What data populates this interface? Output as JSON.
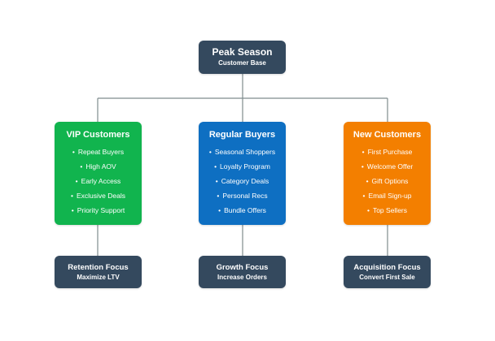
{
  "root": {
    "title": "Peak Season",
    "subtitle": "Customer Base",
    "color": "#34495e"
  },
  "segments": [
    {
      "title": "VIP Customers",
      "color": "#11b44e",
      "items": [
        "Repeat Buyers",
        "High AOV",
        "Early Access",
        "Exclusive Deals",
        "Priority Support"
      ]
    },
    {
      "title": "Regular Buyers",
      "color": "#0e6fc2",
      "items": [
        "Seasonal Shoppers",
        "Loyalty Program",
        "Category Deals",
        "Personal Recs",
        "Bundle Offers"
      ]
    },
    {
      "title": "New Customers",
      "color": "#f37f00",
      "items": [
        "First Purchase",
        "Welcome Offer",
        "Gift Options",
        "Email Sign-up",
        "Top Sellers"
      ]
    }
  ],
  "focus": [
    {
      "title": "Retention Focus",
      "subtitle": "Maximize LTV"
    },
    {
      "title": "Growth Focus",
      "subtitle": "Increase Orders"
    },
    {
      "title": "Acquisition Focus",
      "subtitle": "Convert First Sale"
    }
  ],
  "connector_color": "#7f8c8d"
}
